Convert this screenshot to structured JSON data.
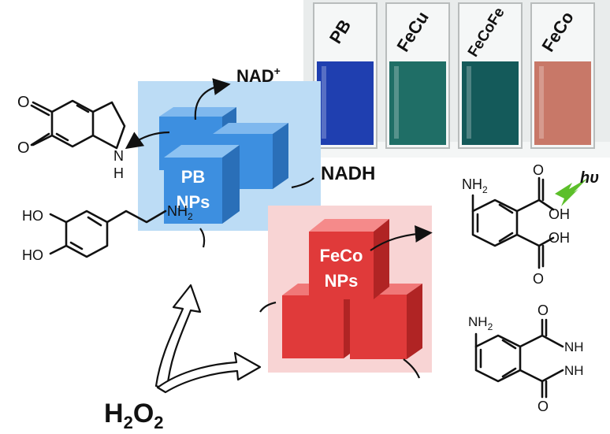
{
  "labels": {
    "nad_plus": "NAD",
    "nad_plus_sup": "+",
    "nadh": "NADH",
    "h2o2_h": "H",
    "h2o2_2a": "2",
    "h2o2_o": "O",
    "h2o2_2b": "2",
    "hv": "hυ",
    "nh2_top": "NH",
    "nh2_top_sub": "2",
    "nh2_bottom": "NH",
    "nh2_bottom_sub": "2",
    "nh2_dopamine": "NH",
    "nh2_dopamine_sub": "2",
    "oh_1": "OH",
    "oh_2": "OH",
    "ho_1": "HO",
    "ho_2": "HO",
    "o_1": "O",
    "o_2": "O",
    "o_3": "O",
    "o_4": "O",
    "o_5": "O",
    "o_6": "O",
    "nh_indoline": "N",
    "h_indoline": "H",
    "nh_lum_1": "NH",
    "nh_lum_2": "NH"
  },
  "cubes": {
    "pb": {
      "line1": "PB",
      "line2": "NPs",
      "color": "#3d8fe0"
    },
    "feco": {
      "line1": "FeCo",
      "line2": "NPs",
      "color": "#e03a3a"
    }
  },
  "vials": [
    {
      "label": "PB",
      "color": "#1f3fb0"
    },
    {
      "label": "FeCu",
      "color": "#1f6e66"
    },
    {
      "label": "FeCoFe",
      "color": "#145a5a"
    },
    {
      "label": "FeCo",
      "color": "#c87868"
    }
  ],
  "colors": {
    "pb_panel": "#bcdcf5",
    "feco_panel": "#f8d4d4",
    "flash": "#5cbf2a"
  }
}
